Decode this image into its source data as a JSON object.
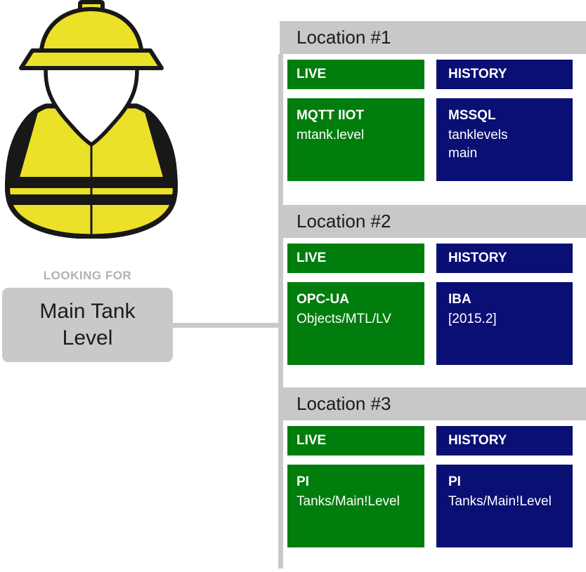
{
  "icons": {
    "worker": "construction-worker-icon"
  },
  "looking_for": {
    "label": "LOOKING FOR",
    "query": "Main Tank Level"
  },
  "sections": [
    {
      "title": "Location #1",
      "live_label": "LIVE",
      "history_label": "HISTORY",
      "live": {
        "title": "MQTT IIOT",
        "lines": [
          "mtank.level"
        ]
      },
      "history": {
        "title": "MSSQL",
        "lines": [
          "tanklevels",
          "main"
        ]
      }
    },
    {
      "title": "Location #2",
      "live_label": "LIVE",
      "history_label": "HISTORY",
      "live": {
        "title": "OPC-UA",
        "lines": [
          "Objects/MTL/LV"
        ]
      },
      "history": {
        "title": "IBA",
        "lines": [
          "[2015.2]"
        ]
      }
    },
    {
      "title": "Location #3",
      "live_label": "LIVE",
      "history_label": "HISTORY",
      "live": {
        "title": "PI",
        "lines": [
          "Tanks/Main!Level"
        ]
      },
      "history": {
        "title": "PI",
        "lines": [
          "Tanks/Main!Level"
        ]
      }
    }
  ],
  "colors": {
    "live_green": "#017d0d",
    "history_navy": "#0a0f74",
    "header_gray": "#c8c8c8",
    "line_gray": "#c9c9c9",
    "box_gray": "#c9c9c9",
    "label_gray": "#b1b1b1",
    "text_dark": "#1b1b1b",
    "text_white": "#ffffff",
    "vest_yellow": "#ebe128",
    "outline_black": "#181818"
  }
}
